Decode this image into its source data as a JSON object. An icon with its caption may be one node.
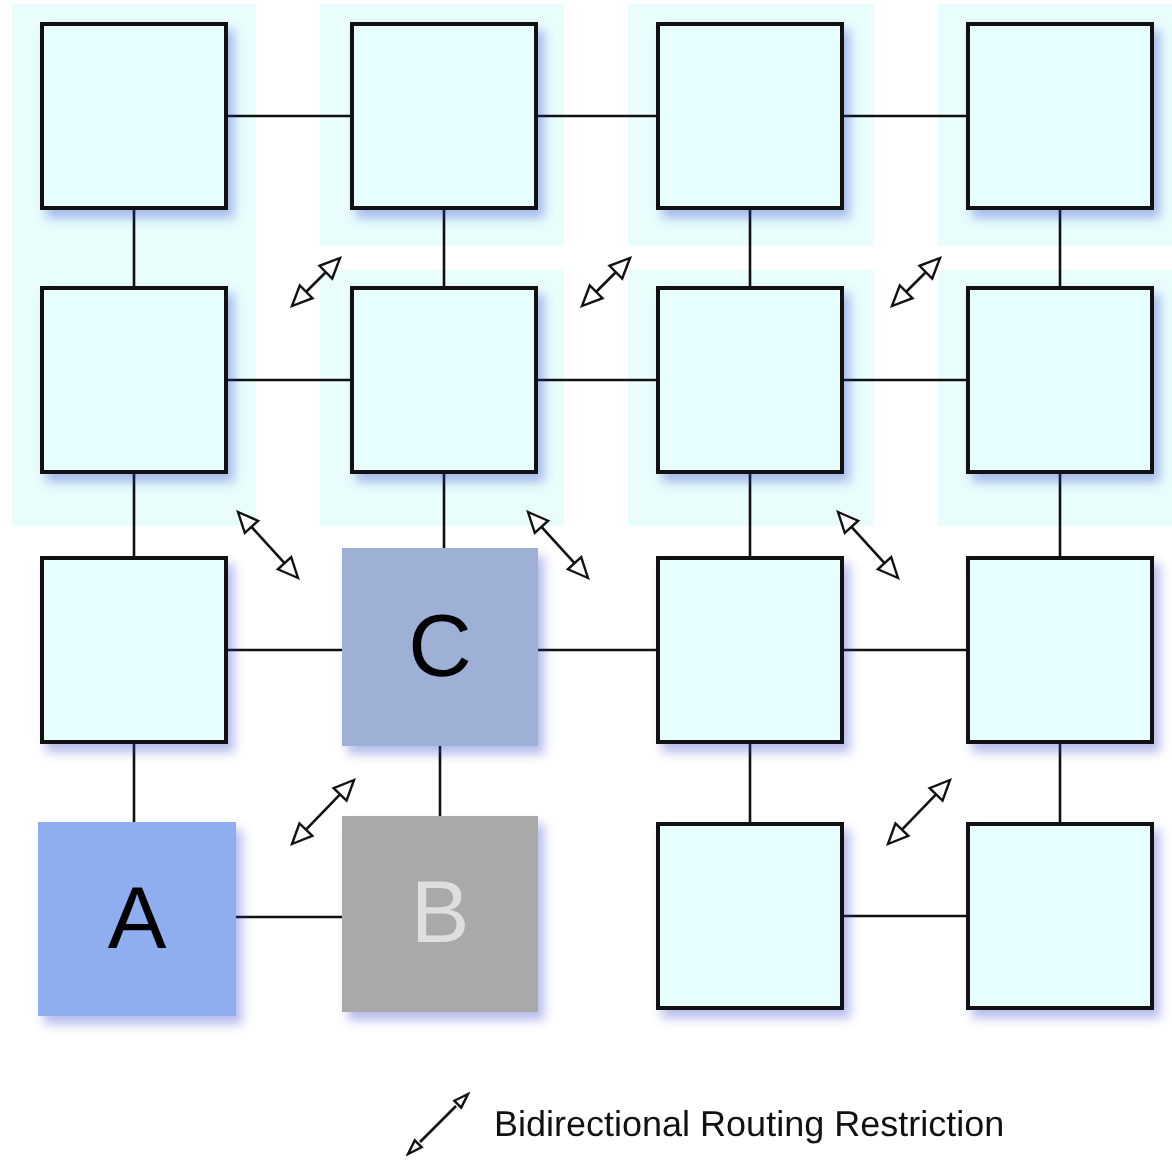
{
  "diagram": {
    "nodes": [
      {
        "text": [],
        "shape": "box"
      },
      {
        "text": [],
        "shape": "box"
      },
      {
        "text": [],
        "shape": "box"
      },
      {
        "text": [],
        "shape": "box"
      },
      {
        "text": [],
        "shape": "box"
      },
      {
        "text": [],
        "shape": "box"
      },
      {
        "text": [],
        "shape": "box"
      },
      {
        "text": [],
        "shape": "box"
      },
      {
        "text": [],
        "shape": "box"
      },
      {
        "text": [
          "C"
        ]
      },
      {
        "text": [],
        "shape": "box"
      },
      {
        "text": [],
        "shape": "box"
      },
      {
        "text": [
          "A"
        ]
      },
      {
        "text": [
          "B"
        ]
      },
      {
        "text": [],
        "shape": "box"
      },
      {
        "text": [],
        "shape": "box"
      }
    ],
    "edges": [
      {
        "from": 0,
        "to": 1,
        "arrow": "none"
      },
      {
        "from": 1,
        "to": 2,
        "arrow": "none"
      },
      {
        "from": 2,
        "to": 3,
        "arrow": "none"
      },
      {
        "from": 0,
        "to": 4,
        "arrow": "none"
      },
      {
        "from": 1,
        "to": 5,
        "arrow": "none"
      },
      {
        "from": 2,
        "to": 6,
        "arrow": "none"
      },
      {
        "from": 3,
        "to": 7,
        "arrow": "none"
      },
      {
        "from": 4,
        "to": 5,
        "arrow": "none"
      },
      {
        "from": 5,
        "to": 6,
        "arrow": "none"
      },
      {
        "from": 6,
        "to": 7,
        "arrow": "none"
      },
      {
        "from": 4,
        "to": 8,
        "arrow": "none"
      },
      {
        "from": 5,
        "to": 9,
        "arrow": "none"
      },
      {
        "from": 6,
        "to": 10,
        "arrow": "none"
      },
      {
        "from": 7,
        "to": 11,
        "arrow": "none"
      },
      {
        "from": 8,
        "to": 9,
        "arrow": "none"
      },
      {
        "from": 9,
        "to": 10,
        "arrow": "none"
      },
      {
        "from": 10,
        "to": 11,
        "arrow": "none"
      },
      {
        "from": 8,
        "to": 12,
        "arrow": "none"
      },
      {
        "from": 9,
        "to": 13,
        "arrow": "none"
      },
      {
        "from": 10,
        "to": 14,
        "arrow": "none"
      },
      {
        "from": 11,
        "to": 15,
        "arrow": "none"
      },
      {
        "from": 12,
        "to": 13,
        "arrow": "none"
      },
      {
        "from": 14,
        "to": 15,
        "arrow": "none"
      }
    ],
    "legend": [
      {
        "text": "Bidirectional Routing Restriction"
      }
    ]
  }
}
